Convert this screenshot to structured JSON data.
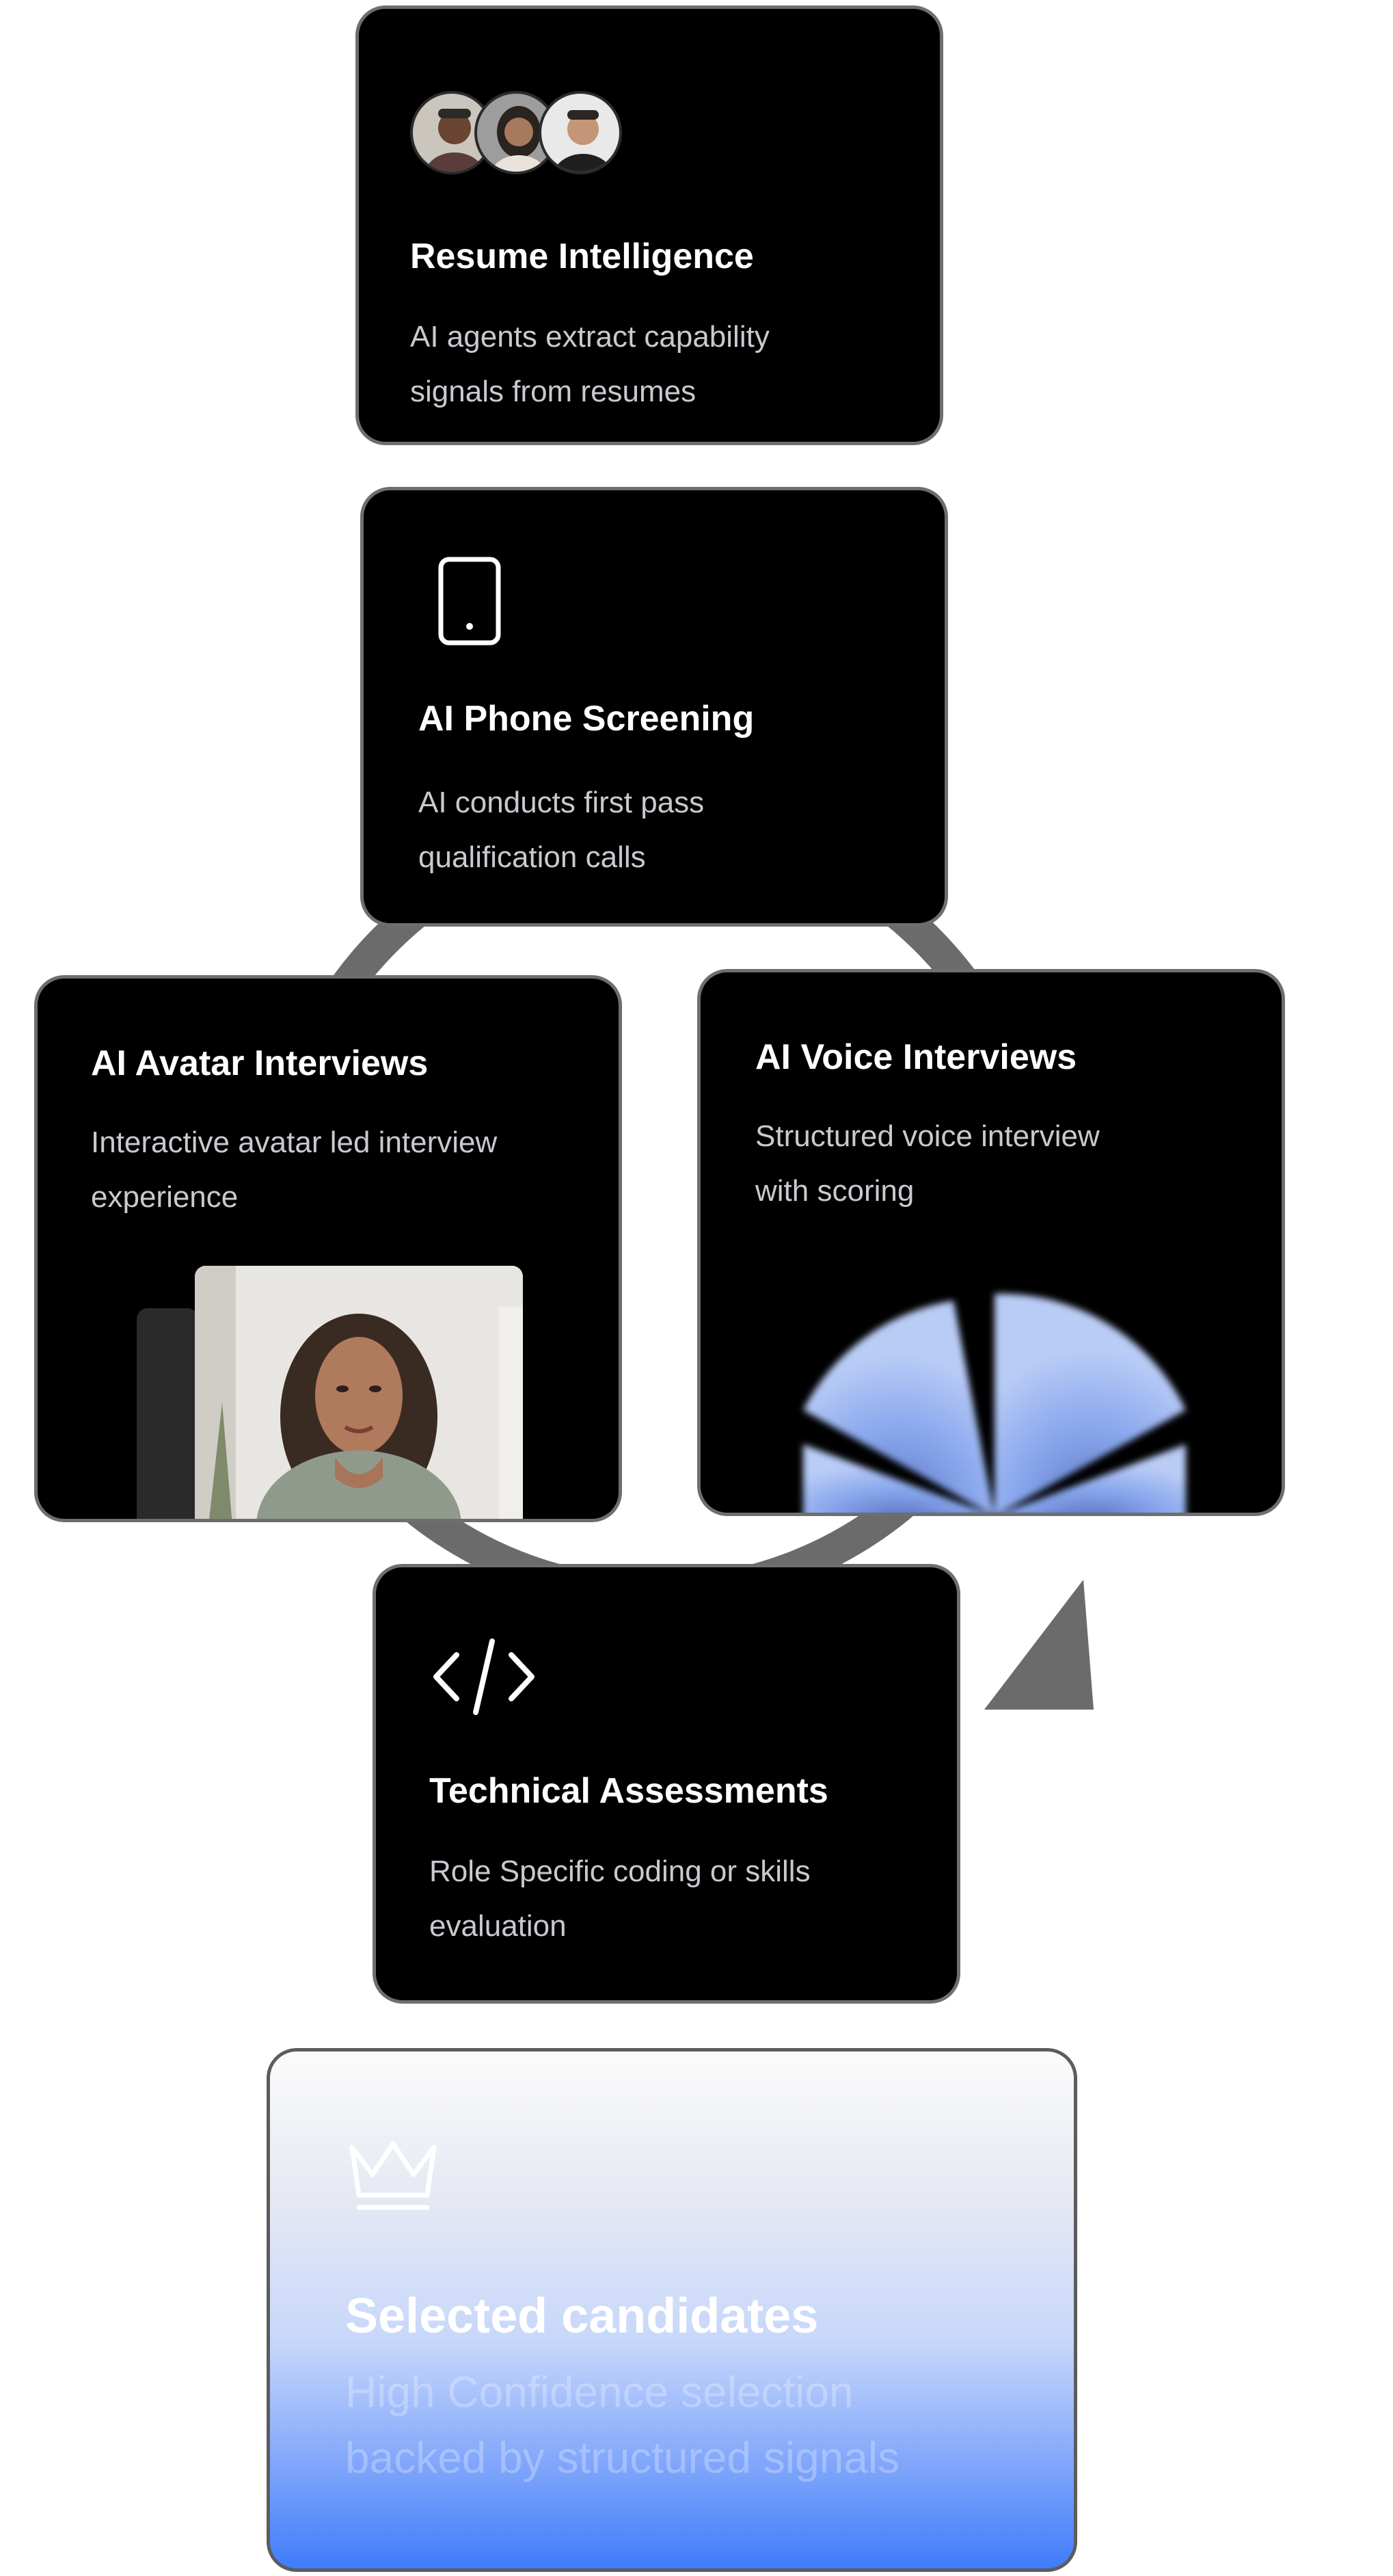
{
  "colors": {
    "card_bg": "#000000",
    "card_border": "#6e6e6e",
    "cycle_ring": "#6b6b6b",
    "voice_blob": "#8ba8ee",
    "final_gradient_bottom": "#3f7cfa"
  },
  "cards": {
    "resume": {
      "icon": "team-avatars",
      "title": "Resume Intelligence",
      "desc_line1": "AI agents extract capability",
      "desc_line2": "signals from resumes"
    },
    "phone": {
      "icon": "phone-icon",
      "title": "AI Phone Screening",
      "desc_line1": "AI conducts first pass",
      "desc_line2": "qualification calls"
    },
    "avatar": {
      "title": "AI Avatar Interviews",
      "desc_line1": "Interactive avatar led interview",
      "desc_line2": "experience",
      "media": "avatar-video-preview"
    },
    "voice": {
      "title": "AI Voice Interviews",
      "desc_line1": "Structured voice interview",
      "desc_line2": "with scoring",
      "media": "voice-waveform-orb"
    },
    "technical": {
      "icon": "code-icon",
      "title": "Technical Assessments",
      "desc_line1": "Role Specific coding or skills",
      "desc_line2": "evaluation"
    },
    "final": {
      "icon": "crown-icon",
      "title": "Selected candidates",
      "desc_line1": "High Confidence selection",
      "desc_line2": "backed by structured signals"
    }
  }
}
